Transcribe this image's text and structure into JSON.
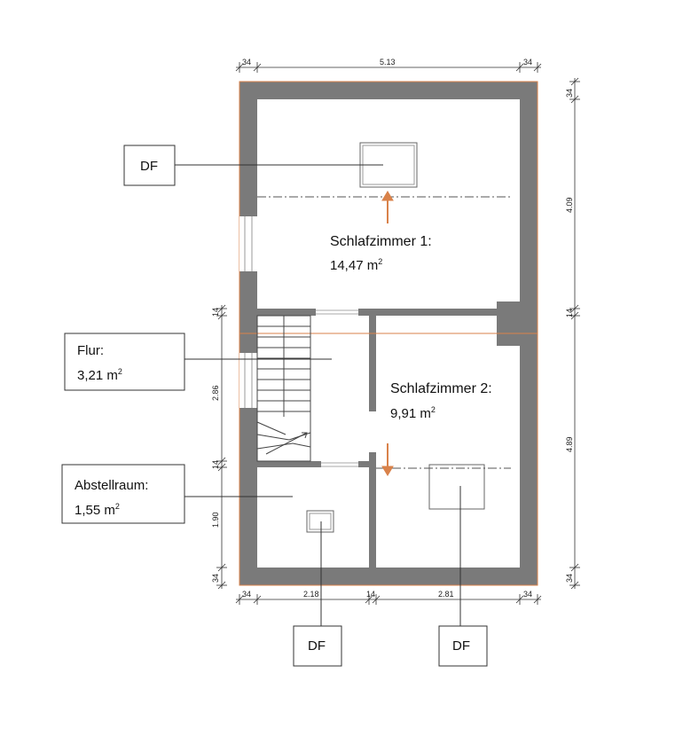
{
  "rooms": [
    {
      "name": "Schlafzimmer 1:",
      "area": "14,47 m",
      "sup": "2"
    },
    {
      "name": "Schlafzimmer 2:",
      "area": "9,91 m",
      "sup": "2"
    }
  ],
  "callouts": [
    {
      "title": "DF"
    },
    {
      "title": "Flur:",
      "area": "3,21 m",
      "sup": "2"
    },
    {
      "title": "Abstellraum:",
      "area": "1,55 m",
      "sup": "2"
    },
    {
      "title": "DF"
    },
    {
      "title": "DF"
    }
  ],
  "dimensions": {
    "top": [
      "34",
      "5.13",
      "34"
    ],
    "bottom": [
      "34",
      "2.18",
      "14",
      "2.81",
      "34"
    ],
    "left": [
      "14",
      "2.86",
      "14",
      "1.90",
      "34"
    ],
    "right": [
      "34",
      "4.09",
      "14",
      "4.89",
      "34"
    ]
  },
  "colors": {
    "wall": "#7a7a7a",
    "accent": "#d9824a",
    "line": "#333333"
  }
}
